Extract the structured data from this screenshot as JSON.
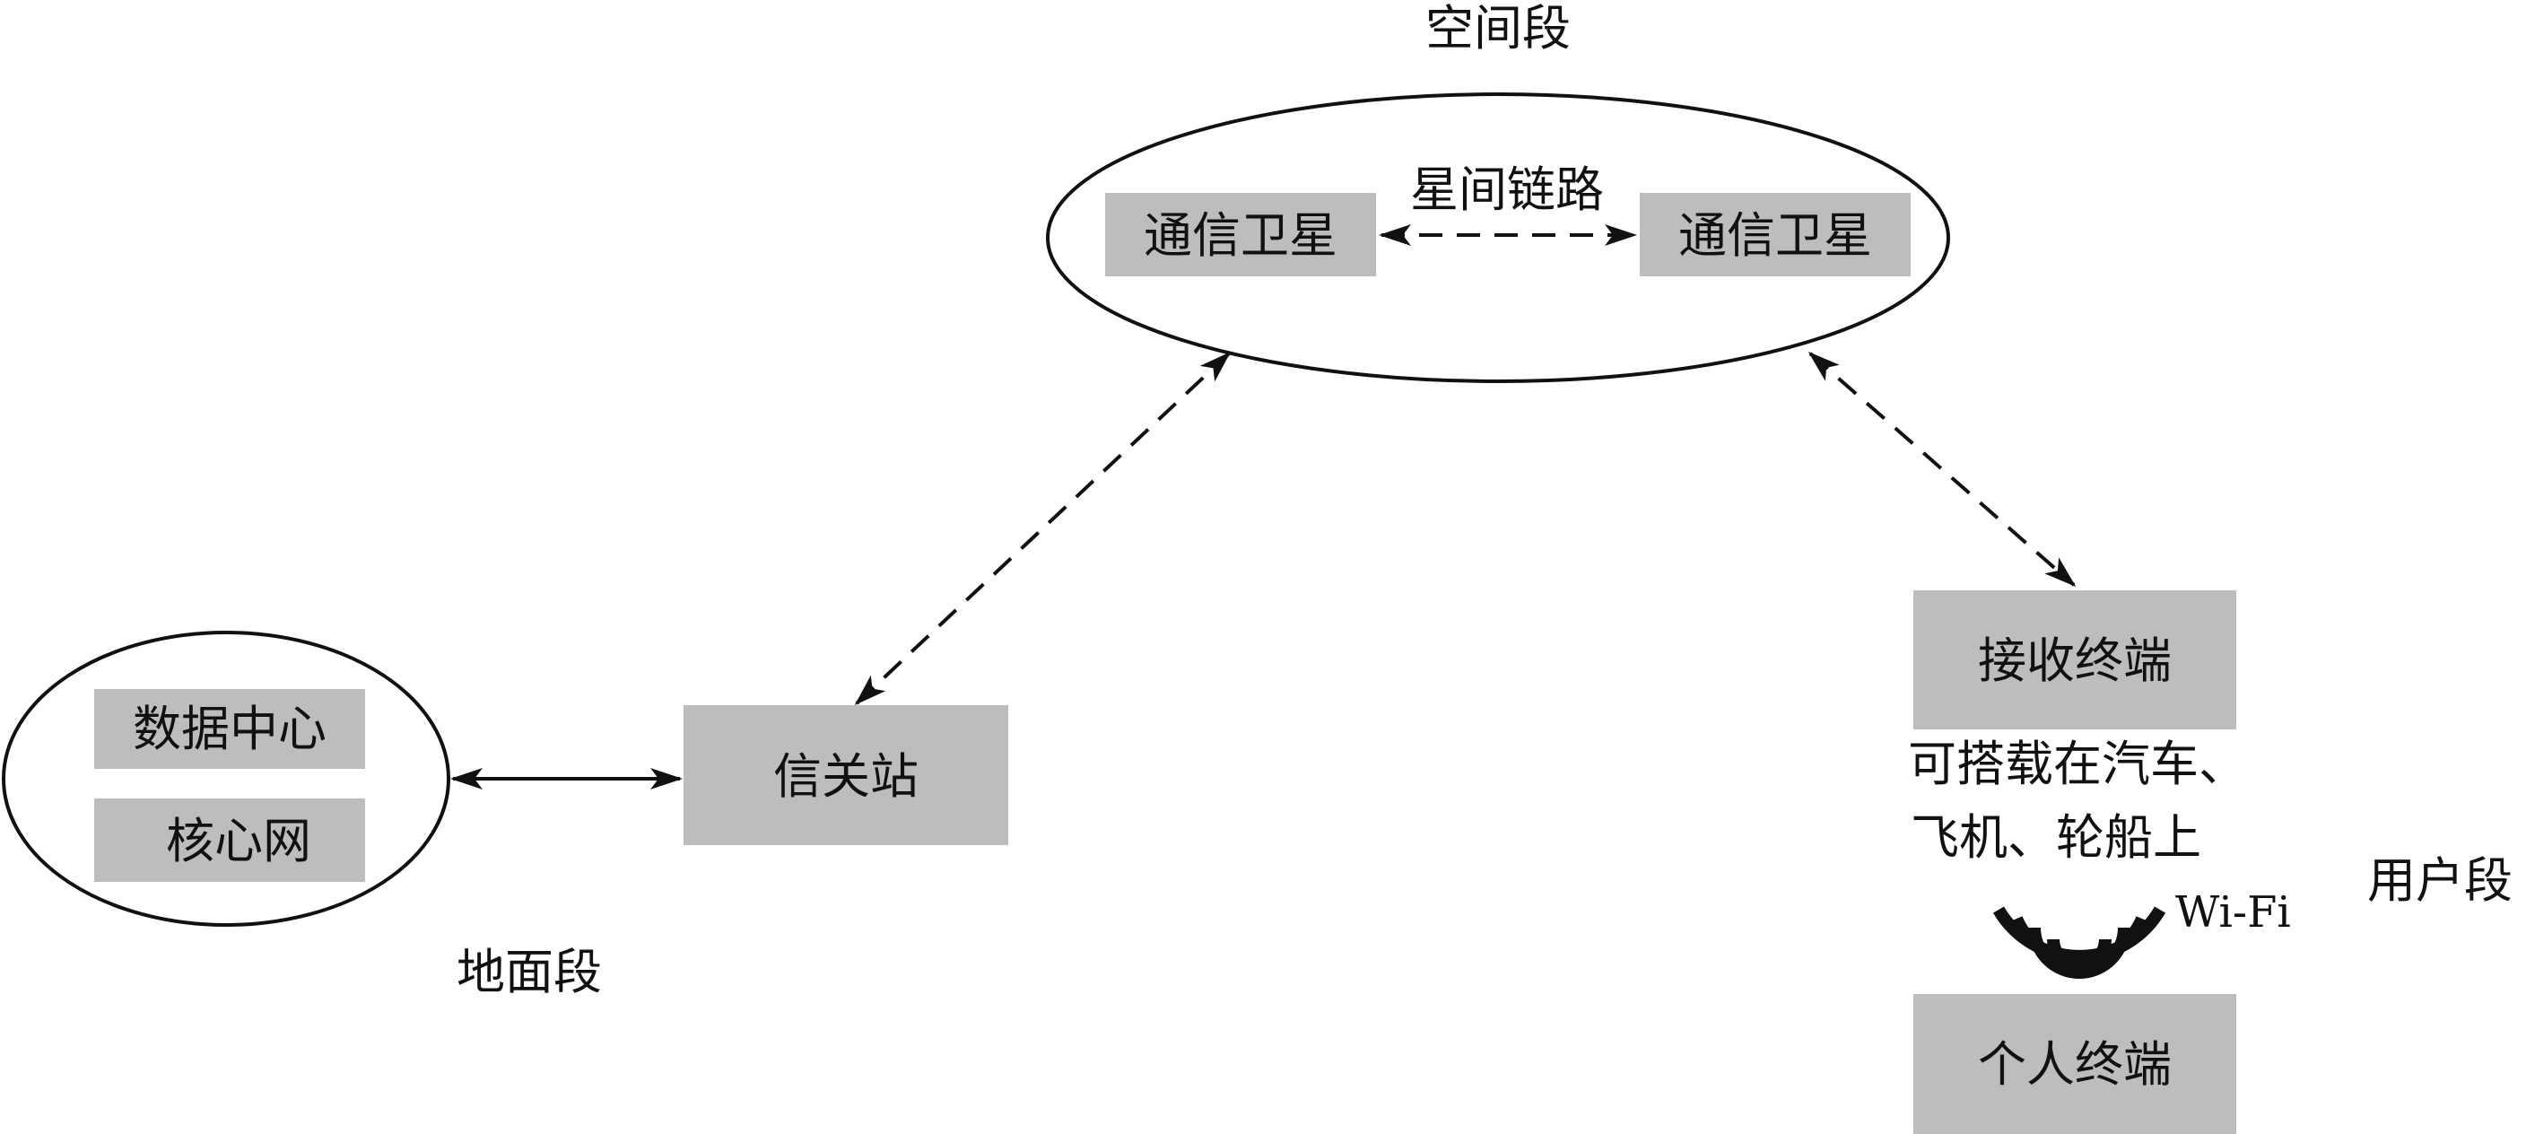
{
  "diagram": {
    "segments": {
      "space": "空间段",
      "ground": "地面段",
      "user": "用户段"
    },
    "nodes": {
      "satellite_left": "通信卫星",
      "satellite_right": "通信卫星",
      "data_center": "数据中心",
      "core_network": "核心网",
      "gateway": "信关站",
      "receive_terminal": "接收终端",
      "personal_terminal": "个人终端"
    },
    "labels": {
      "inter_satellite_link": "星间链路",
      "mount_line1": "可搭载在汽车、",
      "mount_line2": "飞机、轮船上",
      "wifi": "Wi-Fi"
    },
    "colors": {
      "box_fill": "#bdbdbd",
      "line": "#111111"
    },
    "icons": {
      "wifi_signal": "wifi-icon"
    }
  }
}
